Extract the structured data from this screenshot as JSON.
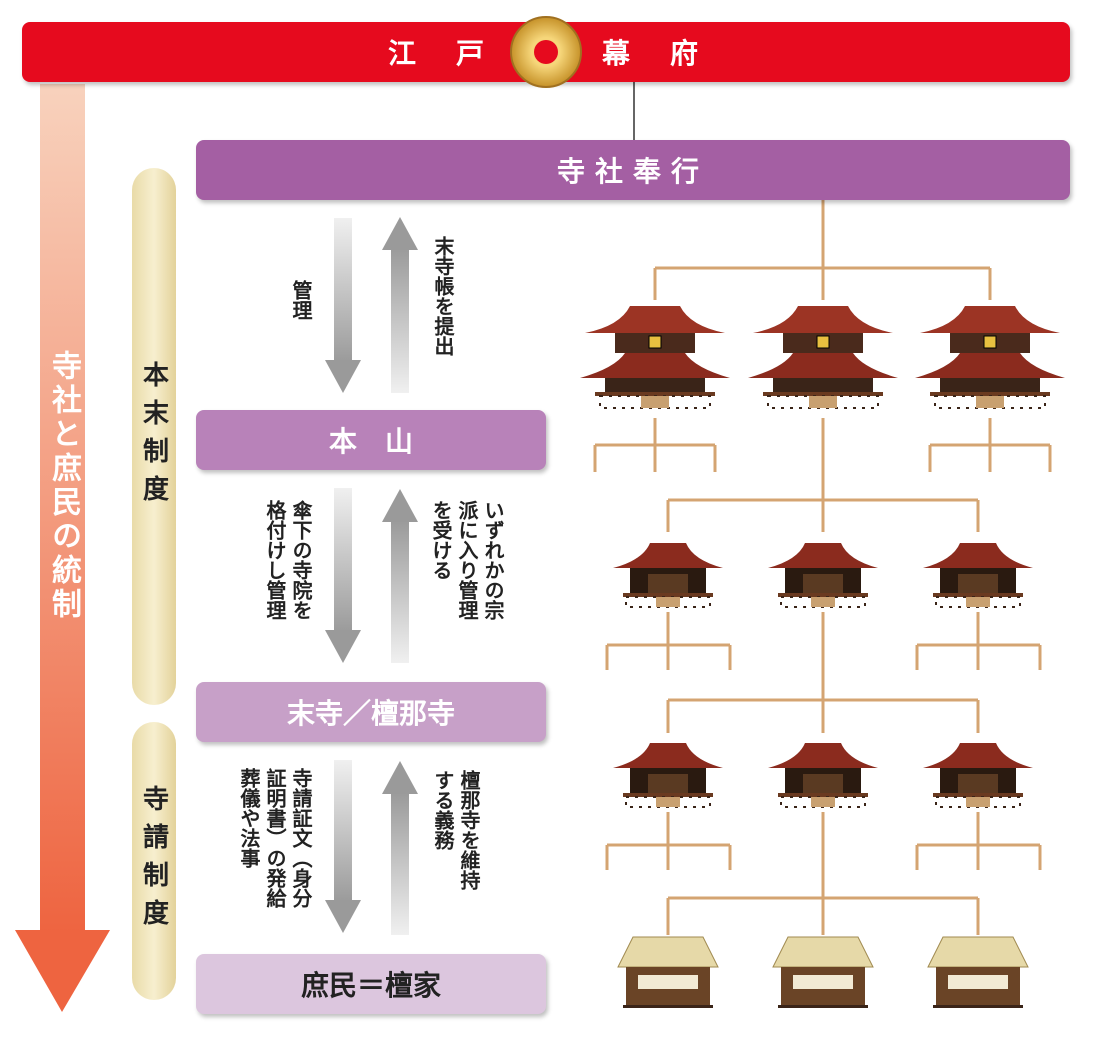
{
  "top": {
    "left": "江　戸",
    "right": "幕　府",
    "crest_icon": "hollyhock-crest-icon"
  },
  "magistrate": "寺社奉行",
  "main_arrow": "寺社と庶民の統制",
  "systems": {
    "honmatsu": "本末制度",
    "terauke": "寺請制度"
  },
  "levels": {
    "honzan": "本　山",
    "matsuji": "末寺／檀那寺",
    "commoners": "庶民＝檀家"
  },
  "flows": {
    "a_down": [
      "管理"
    ],
    "a_up": [
      "末寺帳を提出"
    ],
    "b_down": [
      "傘下の寺院を",
      "格付けし管理"
    ],
    "b_up": [
      "いずれかの宗",
      "派に入り管理",
      "を受ける"
    ],
    "c_down": [
      "寺請証文（身分",
      "証明書）の発給",
      "葬儀や法事"
    ],
    "c_up": [
      "檀那寺を維持",
      "する義務"
    ]
  },
  "colors": {
    "red": "#e60a1e",
    "purple": "#a45fa3",
    "honzan": "#b882b9",
    "matsuji": "#c9a0c9",
    "commoners": "#dcc6de",
    "line": "#d4a472"
  }
}
